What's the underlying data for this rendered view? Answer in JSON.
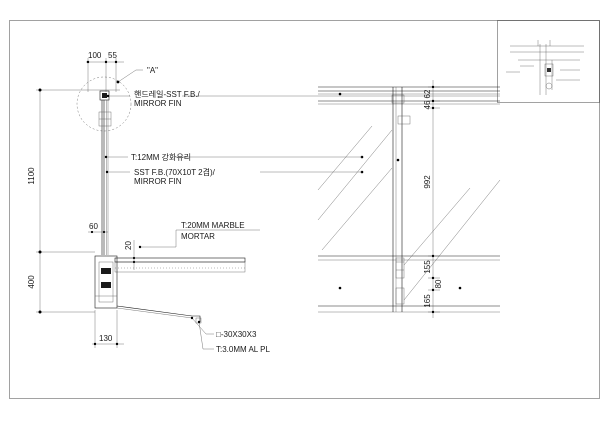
{
  "detail_marker": "\"A\"",
  "dimensions": {
    "top_100": "100",
    "top_55": "55",
    "left_1100": "1100",
    "left_400": "400",
    "d_60": "60",
    "d_20": "20",
    "bottom_130": "130",
    "right_62": "62",
    "right_46": "46",
    "right_992": "992",
    "right_155": "155",
    "right_80": "80",
    "right_165": "165"
  },
  "notes": {
    "handrail_line1": "핸드레일-SST F.B./",
    "handrail_line2": "MIRROR FIN",
    "glass": "T:12MM 강화유리",
    "sst_line1": "SST F.B.(70X10T 2겹)/",
    "sst_line2": "MIRROR FIN",
    "marble": "T:20MM MARBLE",
    "mortar": "MORTAR",
    "pipe": "□-30X30X3",
    "plate": "T:3.0MM AL PL"
  },
  "colors": {
    "line": "#1a1a1a",
    "frame": "#444444"
  }
}
